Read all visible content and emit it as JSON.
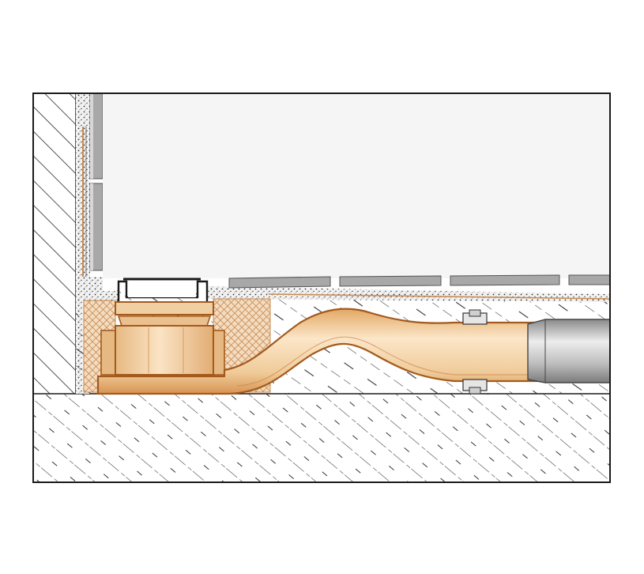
{
  "diagram": {
    "kind": "cross-section",
    "labels": [],
    "colors": {
      "background": "#ffffff",
      "outline": "#1a1a1a",
      "wall_hatch": "#2a2a2a",
      "tile": "#a8a8a8",
      "tile_edge": "#555555",
      "mortar": "#f2f2f2",
      "insulation": "#f3dcc0",
      "insulation_hatch": "#c98c55",
      "drain_body": "#f0cfa2",
      "drain_shadow": "#d89a5a",
      "drain_outline": "#a35a1c",
      "pipe_metal": "#9a9a9a",
      "pipe_metal_light": "#e6e6e6",
      "grate": "#d9d9d9"
    },
    "components": [
      "wall",
      "wall-tiles",
      "floor-slab",
      "screed",
      "floor-tiles",
      "drain-channel",
      "drain-grate",
      "drain-outlet",
      "drain-pipe",
      "pipe-connector",
      "insulation"
    ]
  }
}
